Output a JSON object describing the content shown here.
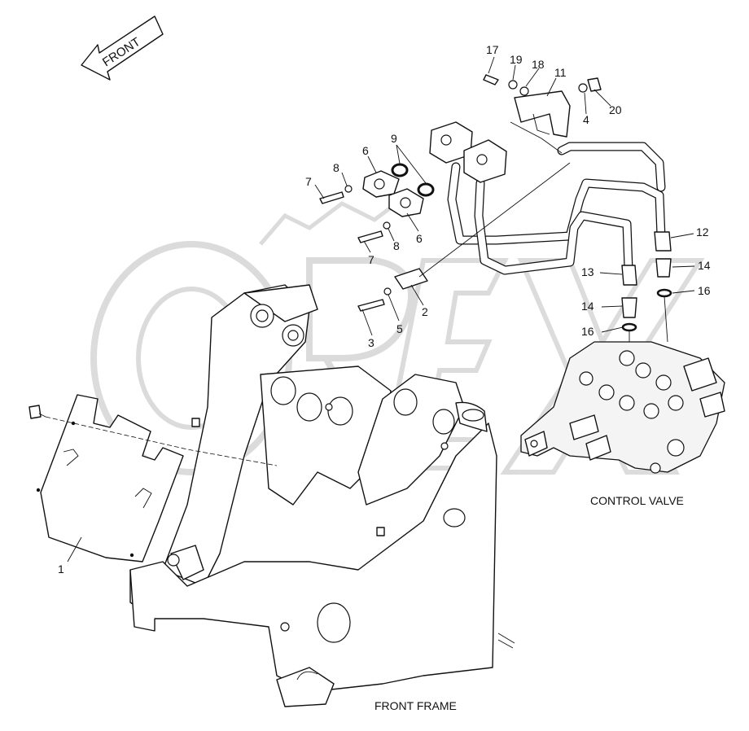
{
  "arrow": {
    "label": "FRONT"
  },
  "captions": {
    "front_frame": "FRONT FRAME",
    "control_valve": "CONTROL VALVE"
  },
  "watermark": {
    "text": "OREX"
  },
  "callouts": [
    "1",
    "2",
    "3",
    "4",
    "5",
    "6",
    "6",
    "7",
    "7",
    "8",
    "8",
    "9",
    "11",
    "12",
    "13",
    "14",
    "14",
    "16",
    "16",
    "17",
    "18",
    "19",
    "20"
  ],
  "colors": {
    "line": "#111111",
    "watermark": "#d4d4d4",
    "background": "#ffffff"
  }
}
